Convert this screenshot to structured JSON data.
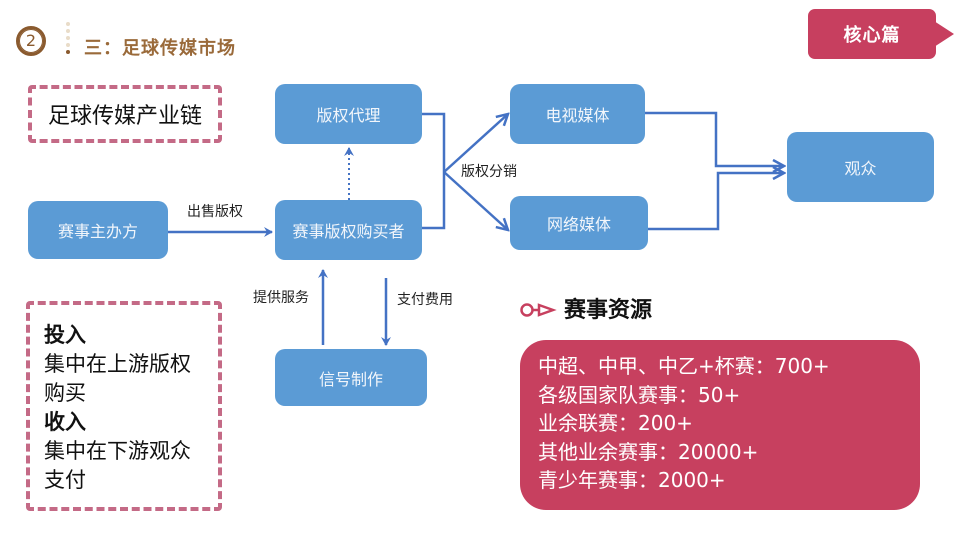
{
  "header": {
    "section_number": "2",
    "title": "三：足球传媒市场",
    "tag": "核心篇",
    "tag_color": "#c73f5f",
    "title_color": "#9a6a3a"
  },
  "chain_label": "足球传媒产业链",
  "io_box": {
    "input_heading": "投入",
    "input_line1": "集中在上游版权",
    "input_line2": "购买",
    "output_heading": "收入",
    "output_line1": "集中在下游观众",
    "output_line2": "支付"
  },
  "diagram": {
    "node_color": "#5b9bd5",
    "arrow_color": "#4472c4",
    "nodes": {
      "organizer": "赛事主办方",
      "buyer": "赛事版权购买者",
      "agent": "版权代理",
      "signal": "信号制作",
      "tv": "电视媒体",
      "web": "网络媒体",
      "audience": "观众"
    },
    "edges": {
      "sell_rights": "出售版权",
      "distribution": "版权分销",
      "provide_service": "提供服务",
      "pay_fee": "支付费用"
    }
  },
  "resources": {
    "title": "赛事资源",
    "box_color": "#c7405f",
    "items": [
      "中超、中甲、中乙+杯赛：700+",
      "各级国家队赛事：50+",
      "业余联赛：200+",
      "其他业余赛事：20000+",
      "青少年赛事：2000+"
    ]
  }
}
